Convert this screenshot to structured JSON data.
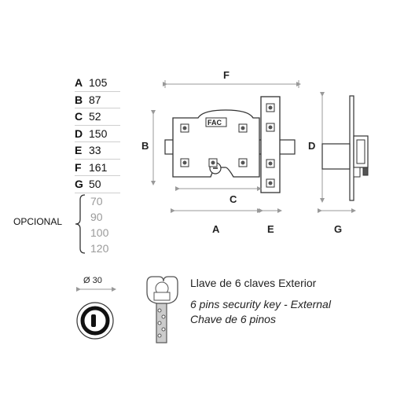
{
  "dimensions": [
    {
      "letter": "A",
      "value": "105"
    },
    {
      "letter": "B",
      "value": "87"
    },
    {
      "letter": "C",
      "value": "52"
    },
    {
      "letter": "D",
      "value": "150"
    },
    {
      "letter": "E",
      "value": "33"
    },
    {
      "letter": "F",
      "value": "161"
    },
    {
      "letter": "G",
      "value": "50"
    }
  ],
  "optional": {
    "label": "OPCIONAL",
    "values": [
      "70",
      "90",
      "100",
      "120"
    ]
  },
  "drawing_labels": {
    "F": "F",
    "B": "B",
    "C": "C",
    "D": "D",
    "A": "A",
    "E": "E",
    "G": "G",
    "brand": "FAC",
    "cylinder_diameter": "Ø 30"
  },
  "key_description": {
    "line1": "Llave de 6 claves Exterior",
    "line2": "6 pins security key - External",
    "line3": "Chave de 6 pinos"
  }
}
